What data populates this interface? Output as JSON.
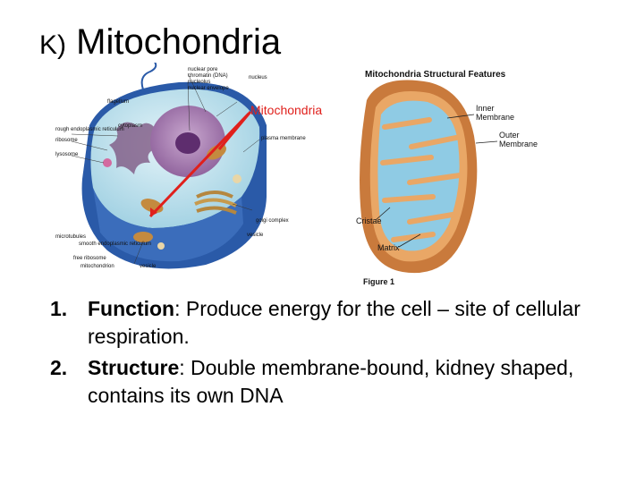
{
  "title": {
    "prefix": "K)",
    "text": "Mitochondria"
  },
  "cell_figure": {
    "mitochondria_callout": "Mitochondria",
    "labels": {
      "nuclear_pore": "nuclear pore",
      "chromatin": "chromatin (DNA)",
      "nucleolus": "nucleolus",
      "nuclear_envelope": "nuclear envelope",
      "nucleus": "nucleus",
      "flagellum": "flagellum",
      "rough_er": "rough endoplasmic reticulum",
      "cytoplasm": "cytoplasm",
      "ribosome": "ribosome",
      "plasma_membrane": "plasma membrane",
      "lysosome": "lysosome",
      "golgi": "golgi complex",
      "vesicle_right": "vesicle",
      "microtubules": "microtubules",
      "smooth_er": "smooth endoplasmic reticulum",
      "free_ribosome": "free ribosome",
      "mitochondrion": "mitochondrion",
      "vesicle_bottom": "vesicle"
    }
  },
  "mito_figure": {
    "heading": "Mitochondria Structural Features",
    "inner_membrane": "Inner Membrane",
    "outer_membrane": "Outer Membrane",
    "cristae": "Cristae",
    "matrix": "Matrix",
    "caption": "Figure 1"
  },
  "points": [
    {
      "num": "1.",
      "term": "Function",
      "text": ":  Produce energy for the cell – site of cellular respiration."
    },
    {
      "num": "2.",
      "term": "Structure",
      "text": ": Double membrane-bound, kidney shaped, contains its own DNA"
    }
  ],
  "colors": {
    "callout_red": "#e0201c",
    "cytoplasm_blue": "#bfe3ee",
    "membrane_blue": "#2a5aa8",
    "mito_outer": "#c97a3c",
    "mito_inner": "#e9a766",
    "matrix_blue": "#8fcbe4"
  }
}
